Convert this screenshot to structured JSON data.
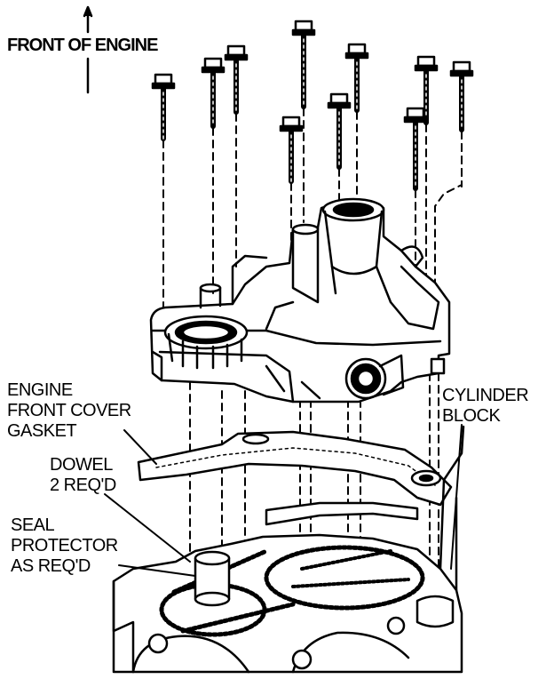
{
  "labels": {
    "front_of_engine": "FRONT OF ENGINE",
    "front_cover_gasket": [
      "ENGINE",
      "FRONT COVER",
      "GASKET"
    ],
    "dowel": [
      "DOWEL",
      "2 REQ'D"
    ],
    "seal_protector": [
      "SEAL",
      "PROTECTOR",
      "AS REQ'D"
    ],
    "cylinder_block": [
      "CYLINDER",
      "BLOCK"
    ]
  },
  "colors": {
    "ink": "#000000",
    "paper": "#ffffff"
  }
}
